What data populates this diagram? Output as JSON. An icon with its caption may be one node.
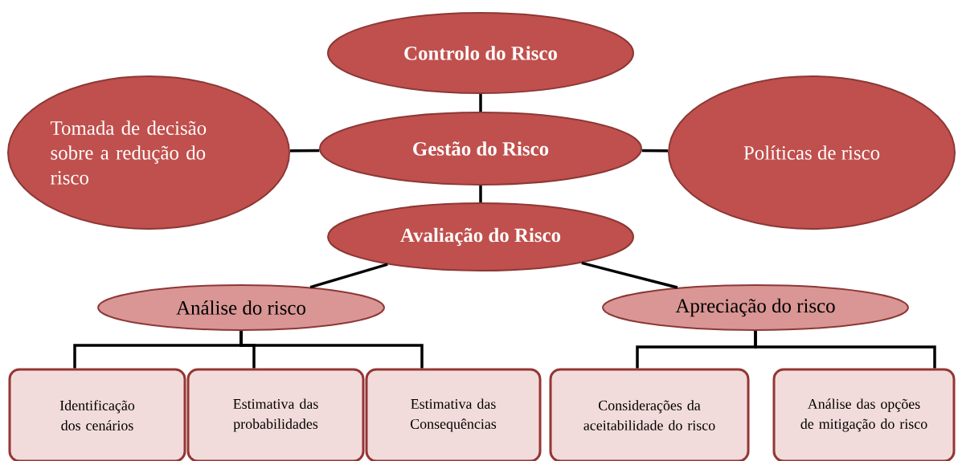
{
  "diagram": {
    "nodes": [
      {
        "text": [
          "Controlo do Risco"
        ]
      },
      {
        "text": [
          "Tomada de decisão sobre a redução do risco"
        ]
      },
      {
        "text": [
          "Gestão do Risco"
        ]
      },
      {
        "text": [
          "Políticas de risco"
        ]
      },
      {
        "text": [
          "Avaliação do Risco"
        ]
      },
      {
        "text": [
          "Análise do risco"
        ]
      },
      {
        "text": [
          "Apreciação do risco"
        ]
      },
      {
        "text": [
          "Identificação dos cenários"
        ]
      },
      {
        "text": [
          "Estimativa das probabilidades"
        ]
      },
      {
        "text": [
          "Estimativa das Consequências"
        ]
      },
      {
        "text": [
          "Considerações da aceitabilidade do risco"
        ]
      },
      {
        "text": [
          "Análise das opções de mitigação do risco"
        ]
      }
    ],
    "edges": [
      {
        "from": 0,
        "to": 2,
        "arrow": "none"
      },
      {
        "from": 1,
        "to": 2,
        "arrow": "none"
      },
      {
        "from": 2,
        "to": 3,
        "arrow": "none"
      },
      {
        "from": 2,
        "to": 4,
        "arrow": "none"
      },
      {
        "from": 4,
        "to": 5,
        "arrow": "none"
      },
      {
        "from": 4,
        "to": 6,
        "arrow": "none"
      },
      {
        "from": 5,
        "to": 7,
        "arrow": "none"
      },
      {
        "from": 5,
        "to": 8,
        "arrow": "none"
      },
      {
        "from": 5,
        "to": 9,
        "arrow": "none"
      },
      {
        "from": 6,
        "to": 10,
        "arrow": "none"
      },
      {
        "from": 6,
        "to": 11,
        "arrow": "none"
      }
    ]
  }
}
